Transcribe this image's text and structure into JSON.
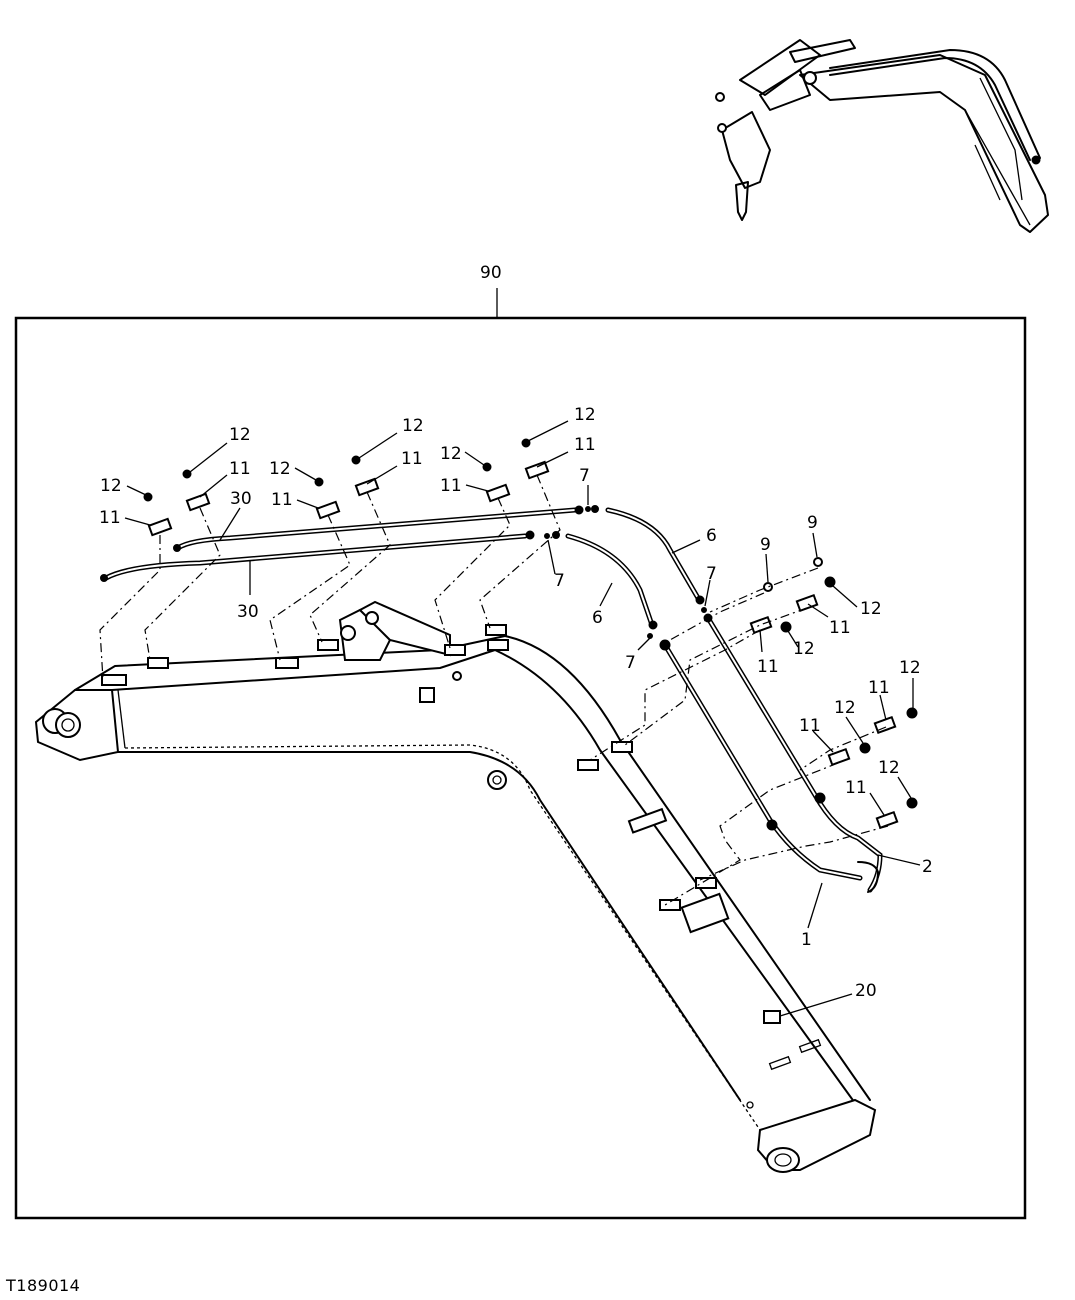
{
  "figure_code": "T189014",
  "assembly_callout": "90",
  "callouts": {
    "c1": "1",
    "c2": "2",
    "c6a": "6",
    "c6b": "6",
    "c7a": "7",
    "c7b": "7",
    "c7c": "7",
    "c7d": "7",
    "c9a": "9",
    "c9b": "9",
    "c11a": "11",
    "c11b": "11",
    "c11c": "11",
    "c11d": "11",
    "c11e": "11",
    "c11f": "11",
    "c11g": "11",
    "c11h": "11",
    "c11i": "11",
    "c11j": "11",
    "c11k": "11",
    "c12a": "12",
    "c12b": "12",
    "c12c": "12",
    "c12d": "12",
    "c12e": "12",
    "c12f": "12",
    "c12g": "12",
    "c12h": "12",
    "c12i": "12",
    "c12j": "12",
    "c12k": "12",
    "c20": "20",
    "c30a": "30",
    "c30b": "30"
  }
}
